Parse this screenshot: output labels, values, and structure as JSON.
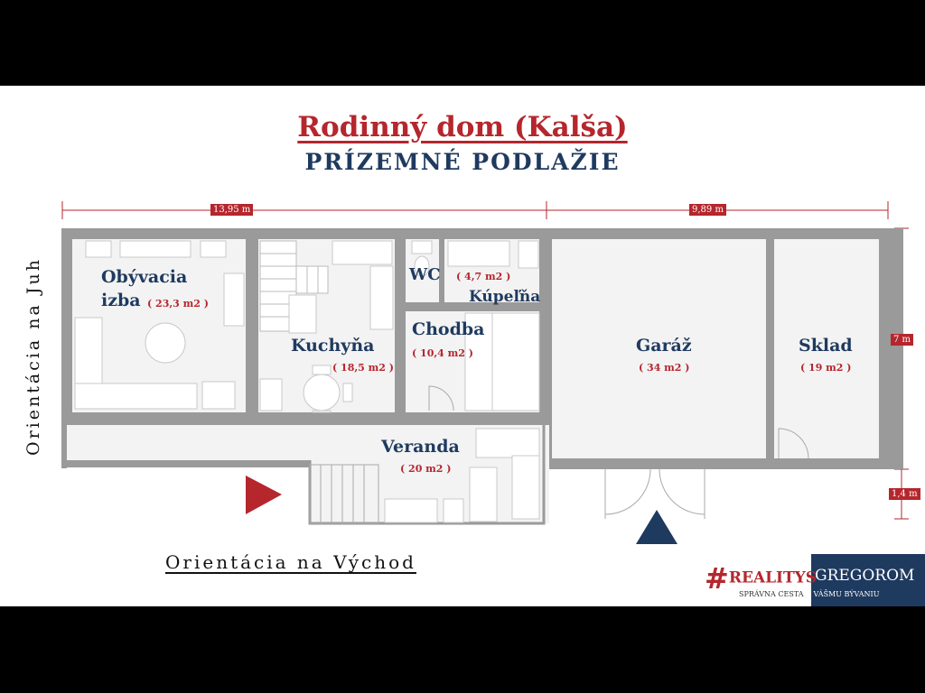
{
  "header": {
    "title": "Rodinný dom (Kalša)",
    "subtitle": "PRÍZEMNÉ PODLAŽIE"
  },
  "dimensions": {
    "width_left": "13,95 m",
    "width_right": "9,89 m",
    "depth": "7 m",
    "veranda_depth": "1,4 m"
  },
  "rooms": {
    "living": {
      "name_line1": "Obývacia",
      "name_line2": "izba",
      "area": "( 23,3 m2 )"
    },
    "kitchen": {
      "name": "Kuchyňa",
      "area": "( 18,5 m2 )"
    },
    "wc": {
      "name": "WC"
    },
    "bathroom": {
      "name": "Kúpeľňa",
      "area": "( 4,7 m2 )"
    },
    "hallway": {
      "name": "Chodba",
      "area": "( 10,4 m2 )"
    },
    "garage": {
      "name": "Garáž",
      "area": "( 34 m2 )"
    },
    "storage": {
      "name": "Sklad",
      "area": "( 19 m2 )"
    },
    "veranda": {
      "name": "Veranda",
      "area": "( 20 m2 )"
    }
  },
  "orientation": {
    "south": "Orientácia na Juh",
    "east": "Orientácia na Východ"
  },
  "logo": {
    "hash": "#",
    "part1": "REALITYS",
    "part2": "GREGOROM",
    "tagline_a": "SPRÁVNA CESTA",
    "tagline_b": "K VÁŠMU BÝVANIU"
  },
  "colors": {
    "accent_red": "#b5262d",
    "navy": "#1f3a5f",
    "wall_gray": "#9a9a9a"
  }
}
